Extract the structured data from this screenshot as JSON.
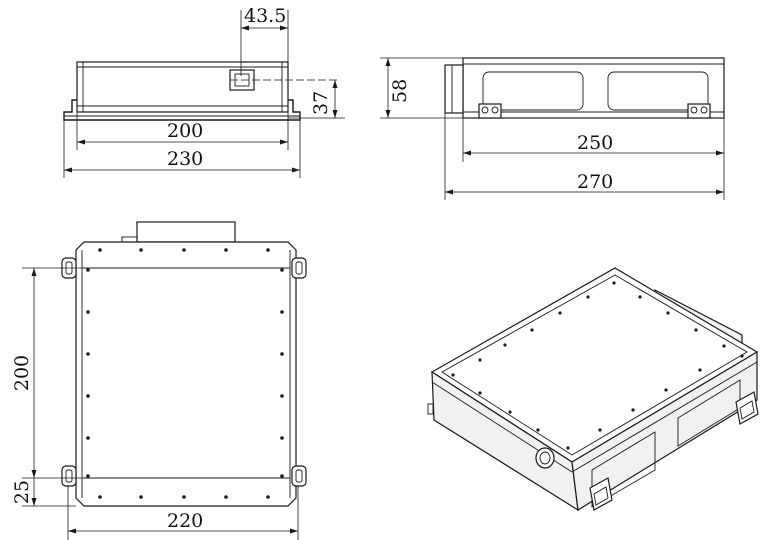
{
  "dimensions": {
    "top_width": "200",
    "top_overall_width": "230",
    "top_offset": "43.5",
    "top_height_port": "37",
    "side_height": "58",
    "side_width": "250",
    "side_overall_width": "270",
    "plan_length": "200",
    "plan_width": "220",
    "plan_offset": "25"
  },
  "colors": {
    "line": "#1a1a1a",
    "background": "#ffffff"
  }
}
